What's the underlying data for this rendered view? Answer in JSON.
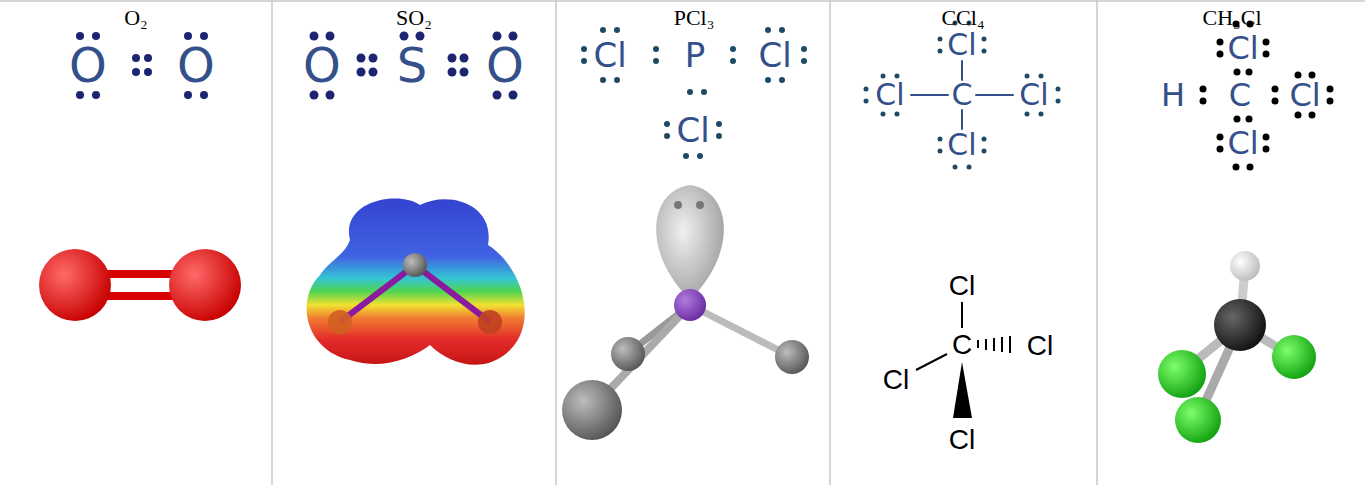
{
  "diagram": {
    "labels": [
      "O₂",
      "SO₂",
      "PCl₃",
      "CCl₄",
      "CH₃Cl",
      "O",
      "O",
      "O",
      "S",
      "O",
      "Cl",
      "P",
      "Cl",
      "Cl",
      "Cl",
      "Cl",
      "C",
      "Cl",
      "Cl",
      "Cl",
      "H",
      "C",
      "Cl",
      "Cl",
      "Cl",
      "C",
      "Cl",
      "Cl",
      "Cl"
    ]
  }
}
